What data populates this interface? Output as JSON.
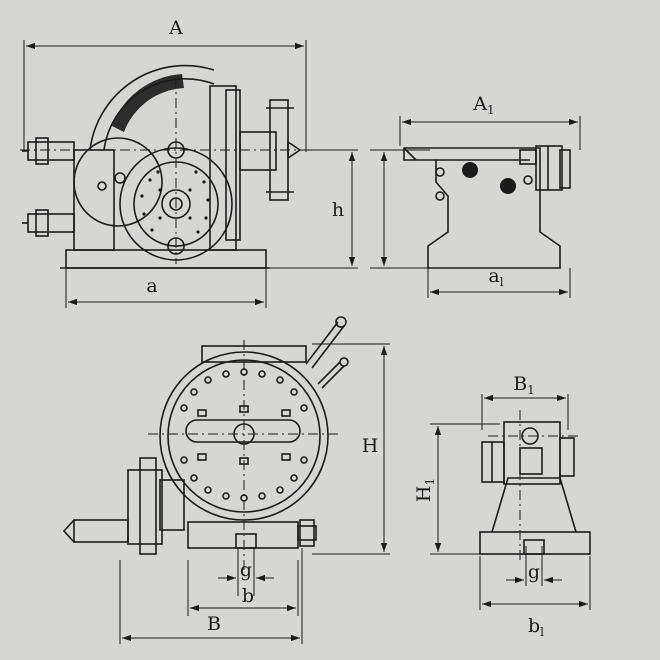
{
  "labels": {
    "A": "A",
    "a": "a",
    "h": "h",
    "A1_main": "A",
    "A1_sub": "1",
    "a1_main": "a",
    "a1_sub": "l",
    "H": "H",
    "g_front": "g",
    "b": "b",
    "B": "B",
    "B1_main": "B",
    "B1_sub": "1",
    "H1_main": "H",
    "H1_sub": "1",
    "g_side": "g",
    "b1_main": "b",
    "b1_sub": "l"
  },
  "colors": {
    "background": "#d6d6d4",
    "ink": "#1b1b1b"
  }
}
